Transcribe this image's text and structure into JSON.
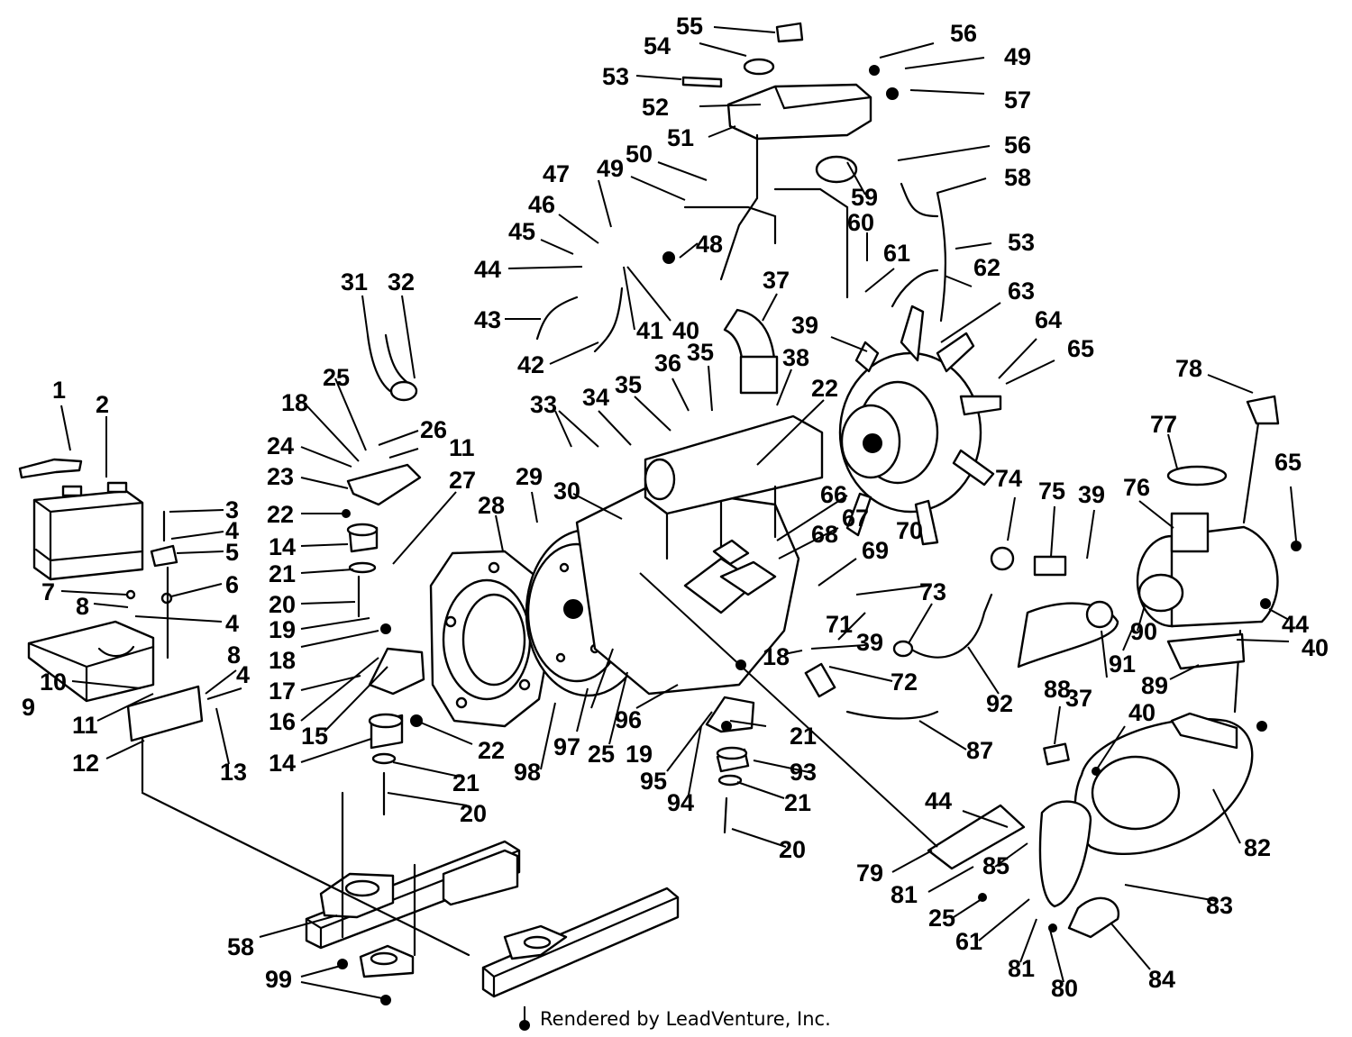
{
  "diagram": {
    "footer": "Rendered by LeadVenture, Inc."
  },
  "callouts": {
    "c1": "1",
    "c2": "2",
    "c3": "3",
    "c4a": "4",
    "c5": "5",
    "c6a": "6",
    "c7": "7",
    "c4b": "4",
    "c8a": "8",
    "c9a": "9",
    "c10": "10",
    "c11a": "11",
    "c12": "12",
    "c13": "13",
    "c8b": "8",
    "c4c": "4",
    "c14a": "14",
    "c21a": "21",
    "c20a": "20",
    "c19a": "19",
    "c18a": "18",
    "c17": "17",
    "c16": "16",
    "c15": "15",
    "c14b": "14",
    "c22a": "22",
    "c18b": "18",
    "c25a": "25",
    "c26": "26",
    "c24": "24",
    "c11b": "11",
    "c23": "23",
    "c22b": "22",
    "c27": "27",
    "c28": "28",
    "c29": "29",
    "c30": "30",
    "c31": "31",
    "c32": "32",
    "c33": "33",
    "c34": "34",
    "c35a": "35",
    "c36": "36",
    "c35b": "35",
    "c37a": "37",
    "c38": "38",
    "c39a": "39",
    "c22c": "22",
    "c47": "47",
    "c46": "46",
    "c45": "45",
    "c44a": "44",
    "c43": "43",
    "c42": "42",
    "c41": "41",
    "c40a": "40",
    "c49a": "49",
    "c50": "50",
    "c48": "48",
    "c55": "55",
    "c54": "54",
    "c53a": "53",
    "c52": "52",
    "c51": "51",
    "c56a": "56",
    "c49b": "49",
    "c57": "57",
    "c56b": "56",
    "c58a": "58",
    "c59": "59",
    "c60": "60",
    "c53b": "53",
    "c61a": "61",
    "c62": "62",
    "c63": "63",
    "c64": "64",
    "c65a": "65",
    "c66": "66",
    "c67": "67",
    "c68": "68",
    "c69": "69",
    "c70": "70",
    "c78": "78",
    "c77": "77",
    "c76": "76",
    "c65b": "65",
    "c74": "74",
    "c75": "75",
    "c39b": "39",
    "c73": "73",
    "c71": "71",
    "c39c": "39",
    "c18c": "18",
    "c72": "72",
    "c90": "90",
    "c91": "91",
    "c37b": "37",
    "c92": "92",
    "c44b": "44",
    "c40b": "40",
    "c89": "89",
    "c88": "88",
    "c40c": "40",
    "c87": "87",
    "c96": "96",
    "c97": "97",
    "c25b": "25",
    "c19b": "19",
    "c98": "98",
    "c95": "95",
    "c94": "94",
    "c21b": "21",
    "c93": "93",
    "c21c": "21",
    "c20b": "20",
    "c20c": "20",
    "c21d": "21",
    "c44c": "44",
    "c79": "79",
    "c85": "85",
    "c81a": "81",
    "c25c": "25",
    "c61b": "61",
    "c81b": "81",
    "c80": "80",
    "c82": "82",
    "c83": "83",
    "c84": "84",
    "c58b": "58",
    "c99": "99"
  }
}
